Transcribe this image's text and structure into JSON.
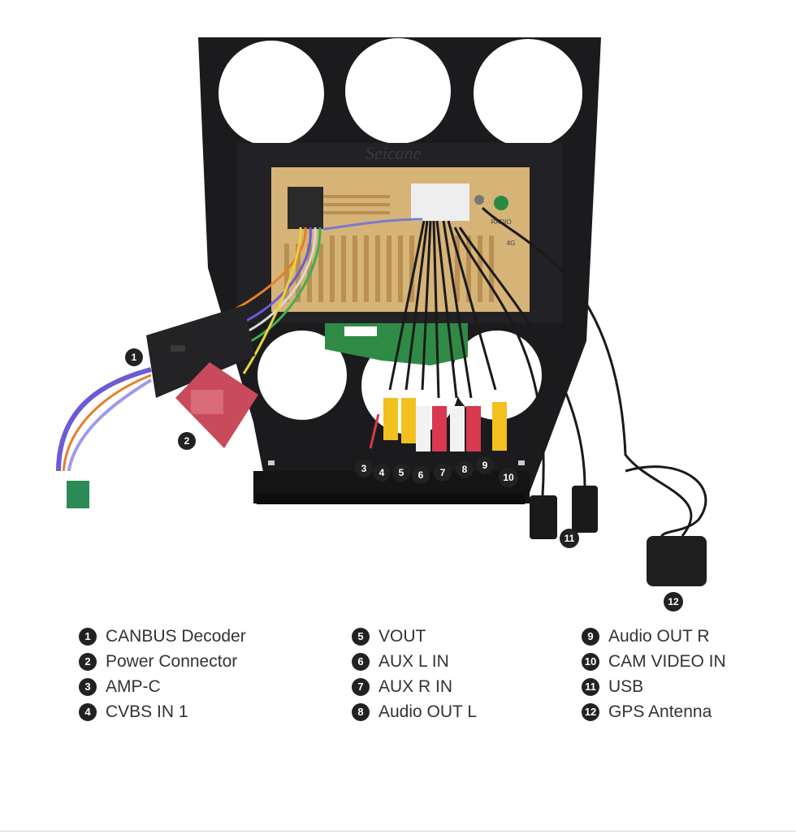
{
  "brand": "Seicane",
  "unit_labels": {
    "radio": "RADIO",
    "fourg": "4G"
  },
  "callouts": [
    "1",
    "2",
    "3",
    "4",
    "5",
    "6",
    "7",
    "8",
    "9",
    "10",
    "11",
    "12"
  ],
  "legend": {
    "col1": [
      {
        "num": "1",
        "label": "CANBUS Decoder"
      },
      {
        "num": "2",
        "label": "Power Connector"
      },
      {
        "num": "3",
        "label": "AMP-C"
      },
      {
        "num": "4",
        "label": "CVBS IN 1"
      }
    ],
    "col2": [
      {
        "num": "5",
        "label": "VOUT"
      },
      {
        "num": "6",
        "label": "AUX L IN"
      },
      {
        "num": "7",
        "label": "AUX R IN"
      },
      {
        "num": "8",
        "label": "Audio OUT L"
      }
    ],
    "col3": [
      {
        "num": "9",
        "label": "Audio OUT R"
      },
      {
        "num": "10",
        "label": "CAM VIDEO IN"
      },
      {
        "num": "11",
        "label": "USB"
      },
      {
        "num": "12",
        "label": "GPS Antenna"
      }
    ]
  },
  "colors": {
    "frame": "#1b1b1d",
    "board": "#d6b377",
    "pcb": "#2f8a45",
    "rca_yellow": "#f2c01f",
    "rca_white": "#f2f2f2",
    "rca_red": "#d8394f",
    "connector_red": "#c94a5a"
  }
}
